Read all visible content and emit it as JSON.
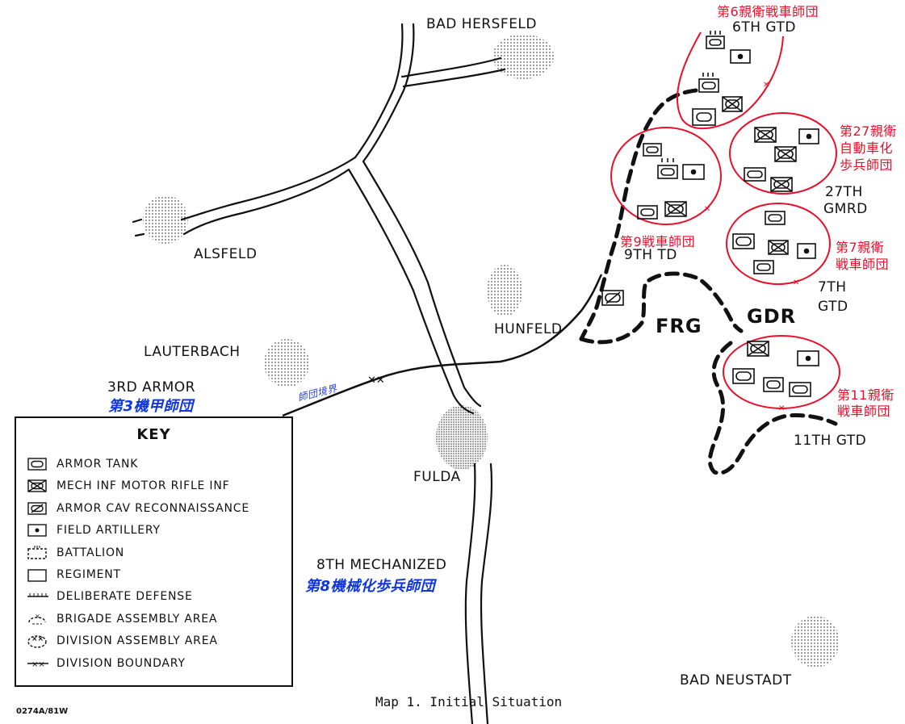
{
  "places": {
    "bad_hersfeld": "BAD HERSFELD",
    "alsfeld": "ALSFELD",
    "lauterbach": "LAUTERBACH",
    "hunfeld": "HUNFELD",
    "fulda": "FULDA",
    "bad_neustadt": "BAD NEUSTADT"
  },
  "countries": {
    "frg": "FRG",
    "gdr": "GDR"
  },
  "units": {
    "gtd6": "6TH GTD",
    "gtd6_jp": "第6親衛戦車師団",
    "gmrd27_a": "27TH",
    "gmrd27_b": "GMRD",
    "gmrd27_jp_1": "第27親衛",
    "gmrd27_jp_2": "自動車化",
    "gmrd27_jp_3": "歩兵師団",
    "td9": "9TH TD",
    "td9_jp": "第9戦車師団",
    "gtd7_a": "7TH",
    "gtd7_b": "GTD",
    "gtd7_jp_1": "第7親衛",
    "gtd7_jp_2": "戦車師団",
    "gtd11": "11TH GTD",
    "gtd11_jp_1": "第11親衛",
    "gtd11_jp_2": "戦車師団",
    "armor3": "3RD ARMOR",
    "armor3_jp": "第3機甲師団",
    "mech8": "8TH MECHANIZED",
    "mech8_jp": "第8機械化歩兵師団",
    "boundary_jp": "師団境界"
  },
  "key": {
    "title": "KEY",
    "items": [
      {
        "icon": "armor-tank-icon",
        "label": "ARMOR TANK"
      },
      {
        "icon": "mech-inf-icon",
        "label": "MECH INF MOTOR RIFLE INF"
      },
      {
        "icon": "armor-cav-icon",
        "label": "ARMOR CAV RECONNAISSANCE"
      },
      {
        "icon": "field-artillery-icon",
        "label": "FIELD ARTILLERY"
      },
      {
        "icon": "battalion-icon",
        "label": "BATTALION"
      },
      {
        "icon": "regiment-icon",
        "label": "REGIMENT"
      },
      {
        "icon": "deliberate-defense-icon",
        "label": "DELIBERATE DEFENSE"
      },
      {
        "icon": "brigade-assembly-icon",
        "label": "BRIGADE ASSEMBLY AREA"
      },
      {
        "icon": "division-assembly-icon",
        "label": "DIVISION ASSEMBLY AREA"
      },
      {
        "icon": "division-boundary-icon",
        "label": "DIVISION BOUNDARY"
      }
    ]
  },
  "caption": "Map 1.  Initial Situation",
  "code": "0274A/81W",
  "colors": {
    "red": "#e8102a",
    "blue": "#1036e0",
    "ink": "#111111"
  }
}
